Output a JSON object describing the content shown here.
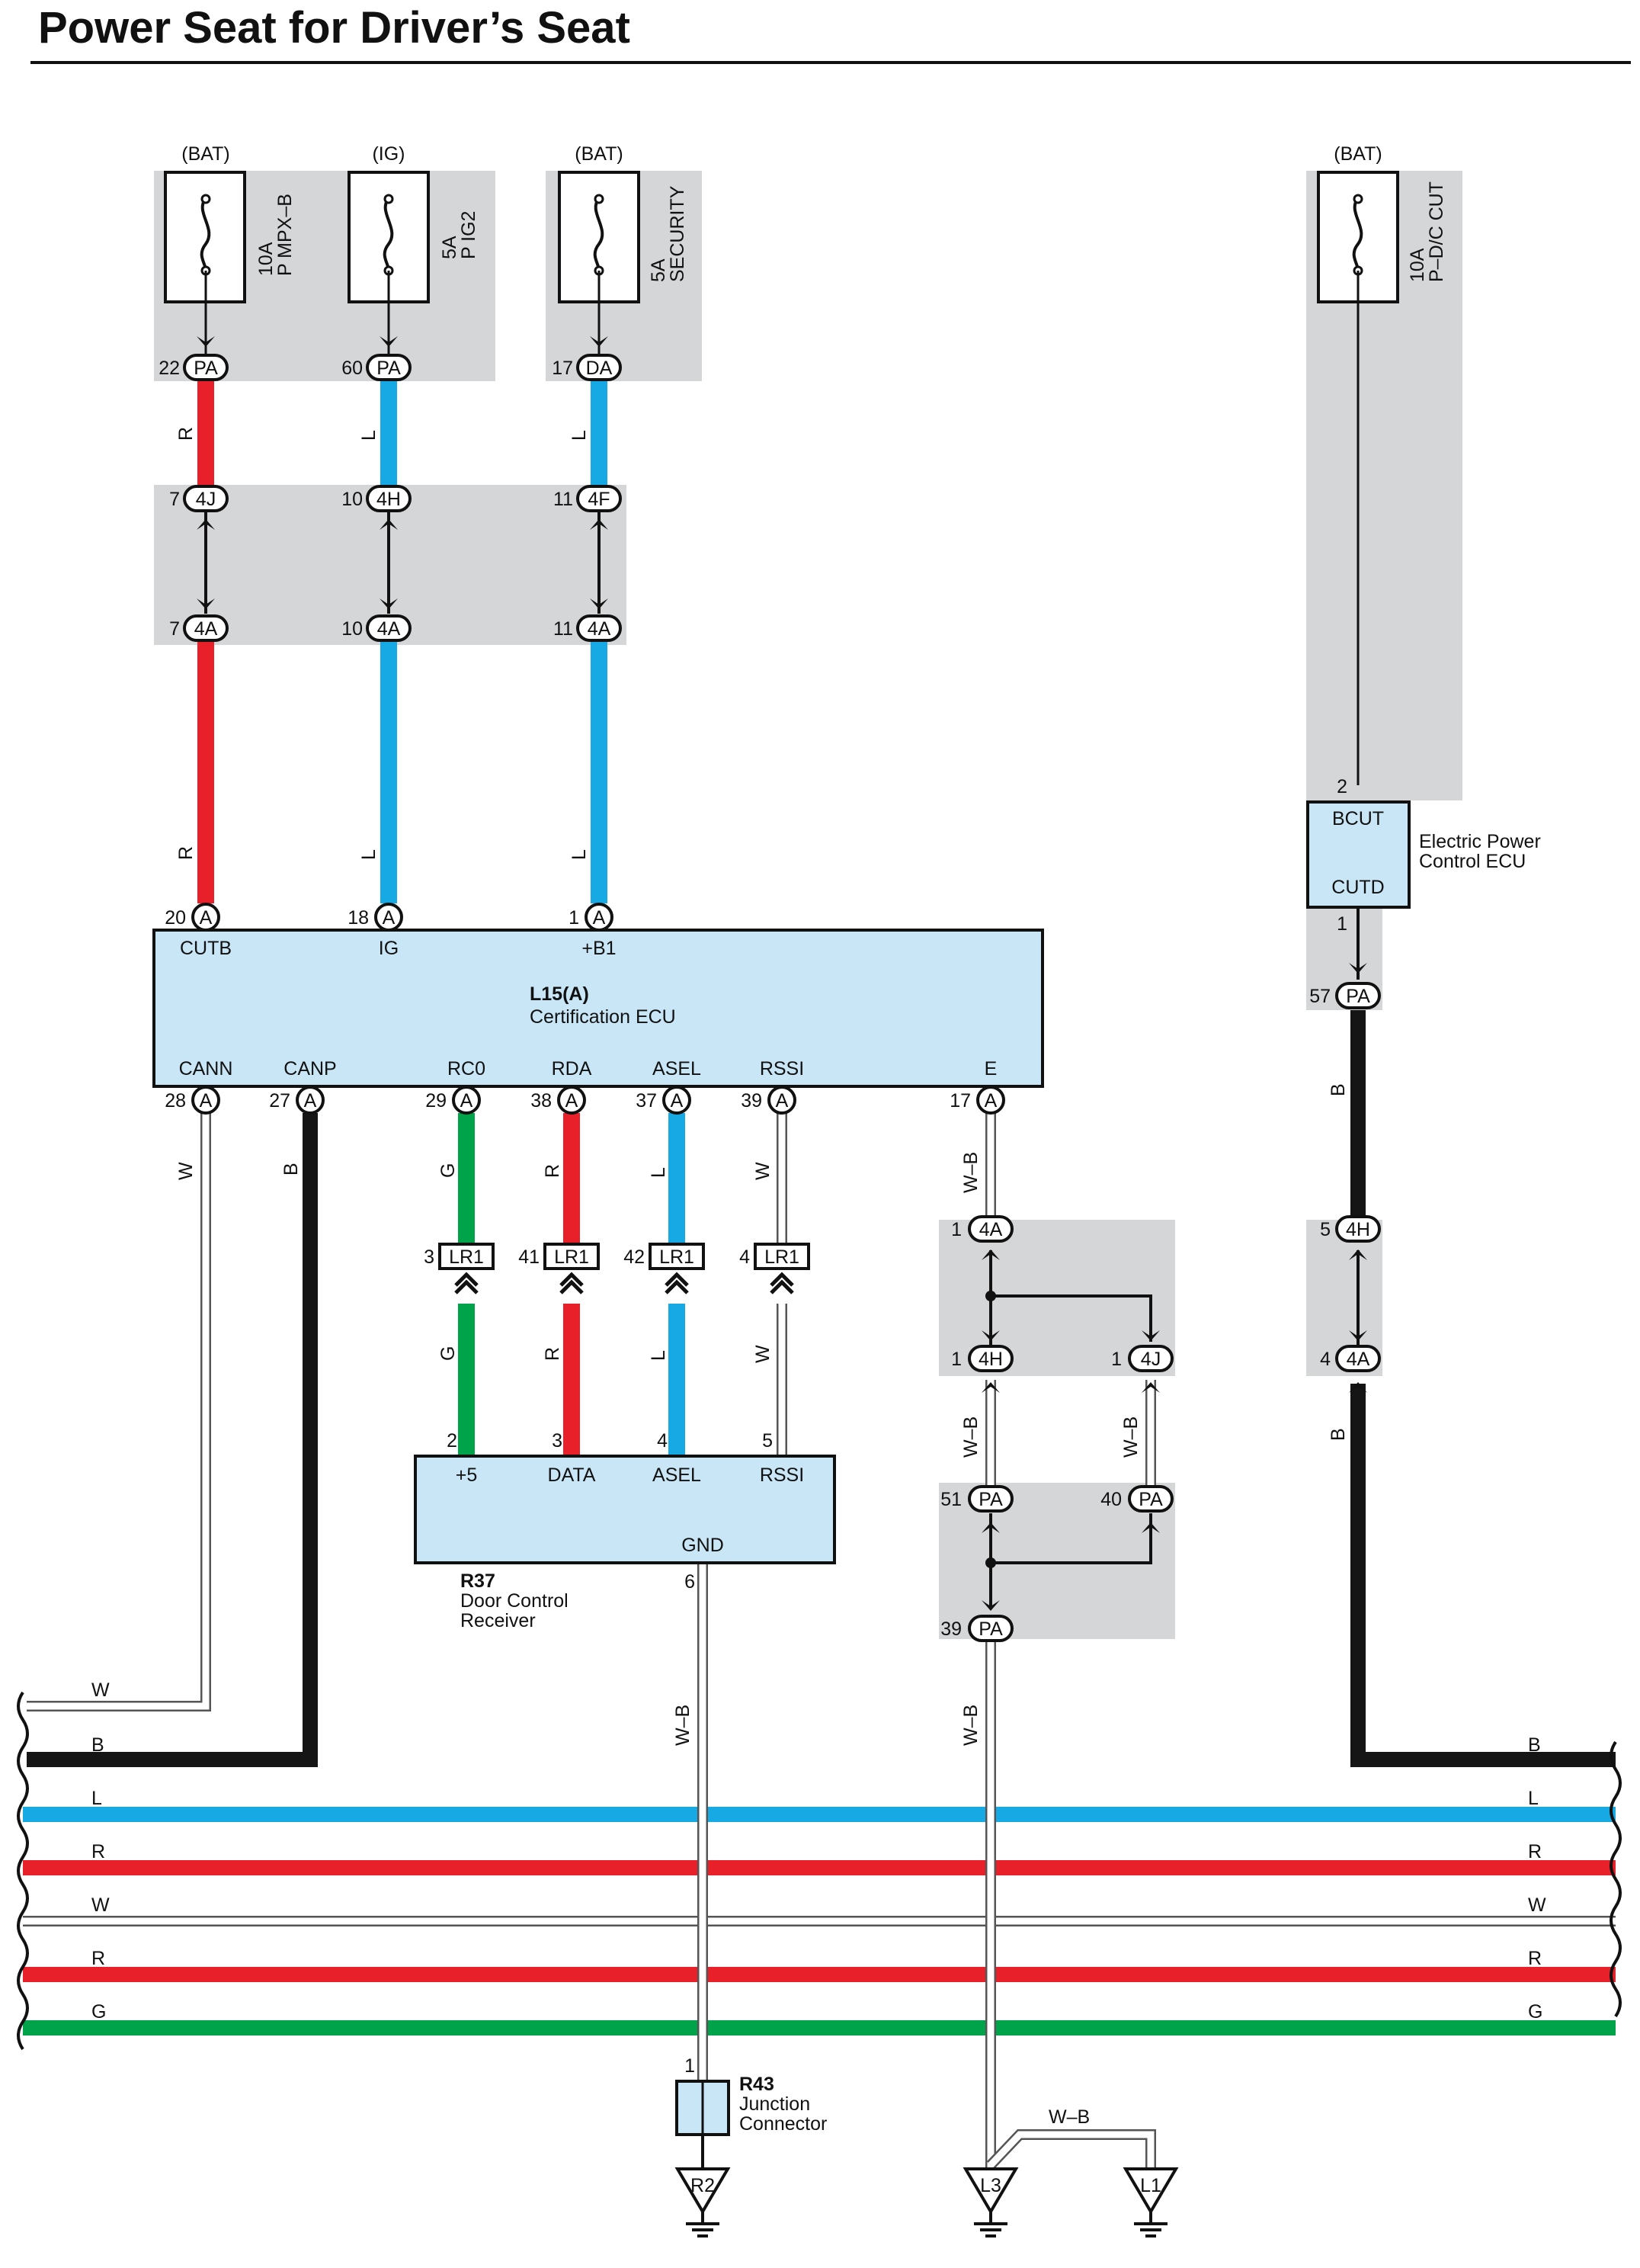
{
  "title": "Power Seat for Driver’s Seat",
  "colors": {
    "R": "#e8202a",
    "L": "#16a9e4",
    "G": "#00a34a",
    "B": "#151515",
    "W": "#ffffff",
    "W-B": "#ffffff",
    "shade": "#d5d6d8",
    "ecu": "#c9e6f6"
  },
  "fuses": [
    {
      "source": "(BAT)",
      "amp": "10A",
      "name": "P MPX–B"
    },
    {
      "source": "(IG)",
      "amp": "5A",
      "name": "P IG2"
    },
    {
      "source": "(BAT)",
      "amp": "5A",
      "name": "SECURITY"
    },
    {
      "source": "(BAT)",
      "amp": "10A",
      "name": "P–D/C CUT"
    }
  ],
  "connectors": [
    {
      "code": "PA",
      "pin": "22"
    },
    {
      "code": "PA",
      "pin": "60"
    },
    {
      "code": "DA",
      "pin": "17"
    },
    {
      "code": "4J",
      "pin": "7"
    },
    {
      "code": "4H",
      "pin": "10"
    },
    {
      "code": "4F",
      "pin": "11"
    },
    {
      "code": "4A",
      "pin": "7"
    },
    {
      "code": "4A",
      "pin": "10"
    },
    {
      "code": "4A",
      "pin": "11"
    },
    {
      "code": "A",
      "pin": "20"
    },
    {
      "code": "A",
      "pin": "18"
    },
    {
      "code": "A",
      "pin": "1"
    },
    {
      "code": "A",
      "pin": "28"
    },
    {
      "code": "A",
      "pin": "27"
    },
    {
      "code": "A",
      "pin": "29"
    },
    {
      "code": "A",
      "pin": "38"
    },
    {
      "code": "A",
      "pin": "37"
    },
    {
      "code": "A",
      "pin": "39"
    },
    {
      "code": "A",
      "pin": "17"
    },
    {
      "code": "LR1",
      "pin": "3"
    },
    {
      "code": "LR1",
      "pin": "41"
    },
    {
      "code": "LR1",
      "pin": "42"
    },
    {
      "code": "LR1",
      "pin": "4"
    },
    {
      "code": "4A",
      "pin": "1"
    },
    {
      "code": "4H",
      "pin": "1"
    },
    {
      "code": "4J",
      "pin": "1"
    },
    {
      "code": "PA",
      "pin": "51"
    },
    {
      "code": "PA",
      "pin": "40"
    },
    {
      "code": "PA",
      "pin": "39"
    },
    {
      "code": "PA",
      "pin": "57"
    },
    {
      "code": "4H",
      "pin": "5"
    },
    {
      "code": "4A",
      "pin": "4"
    }
  ],
  "ecu_main": {
    "id": "L15(A)",
    "name": "Certification ECU",
    "top_pins": [
      "CUTB",
      "IG",
      "+B1"
    ],
    "bottom_pins": [
      "CANN",
      "CANP",
      "RC0",
      "RDA",
      "ASEL",
      "RSSI",
      "E"
    ]
  },
  "receiver": {
    "id": "R37",
    "name_line1": "Door Control",
    "name_line2": "Receiver",
    "pins": [
      "+5",
      "DATA",
      "ASEL",
      "RSSI"
    ],
    "pin_numbers": [
      "2",
      "3",
      "4",
      "5"
    ],
    "gnd": "GND",
    "gnd_pin": "6"
  },
  "power_ecu": {
    "name_line1": "Electric Power",
    "name_line2": "Control ECU",
    "pin_top": "BCUT",
    "pin_bottom": "CUTD",
    "pin_top_num": "2",
    "pin_bottom_num": "1"
  },
  "junction": {
    "id": "R43",
    "name_line1": "Junction",
    "name_line2": "Connector",
    "pin": "1"
  },
  "grounds": [
    "R2",
    "L3",
    "L1"
  ],
  "wire_labels": [
    "R",
    "L",
    "G",
    "B",
    "W",
    "W–B"
  ],
  "buses": [
    "W",
    "B",
    "L",
    "R",
    "W",
    "R",
    "G"
  ]
}
